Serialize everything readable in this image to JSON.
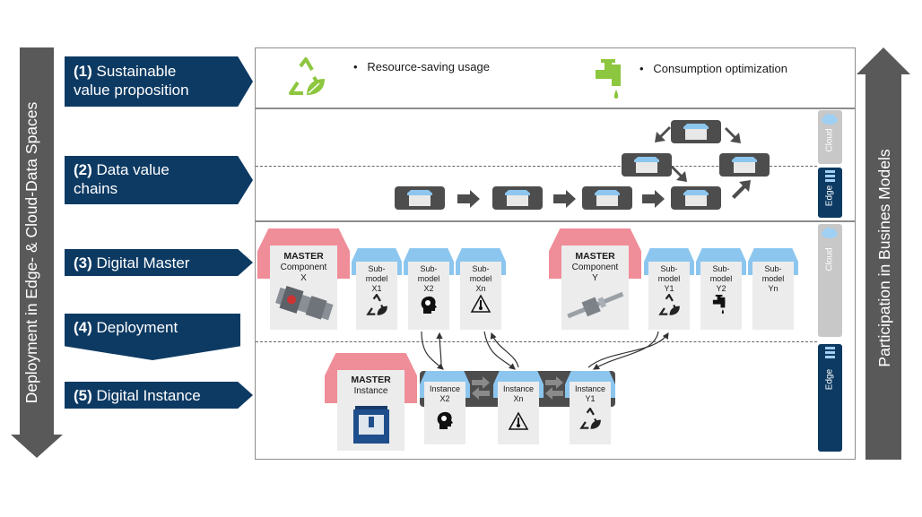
{
  "left_axis_label": "Deployment in Edge- & Cloud-Data Spaces",
  "right_axis_label": "Participation in Busines Models",
  "steps": [
    {
      "num": "(1)",
      "line1": "Sustainable",
      "line2": "value proposition"
    },
    {
      "num": "(2)",
      "line1": "Data value",
      "line2": "chains"
    },
    {
      "num": "(3)",
      "line1": "Digital Master",
      "line2": ""
    },
    {
      "num": "(4)",
      "line1": "Deployment",
      "line2": ""
    },
    {
      "num": "(5)",
      "line1": "Digital Instance",
      "line2": ""
    }
  ],
  "value_prop": {
    "bullet1": "Resource-saving usage",
    "bullet2": "Consumption optimization",
    "icon1": "recycle-leaf-icon",
    "icon2": "water-tap-icon",
    "green": "#8dc63f"
  },
  "tags": {
    "cloud": "Cloud",
    "edge": "Edge"
  },
  "master_x": {
    "title": "MASTER",
    "line1": "Component",
    "line2": "X"
  },
  "master_y": {
    "title": "MASTER",
    "line1": "Component",
    "line2": "Y"
  },
  "master_instance": {
    "title": "MASTER",
    "line1": "Instance"
  },
  "submodels": [
    {
      "l1": "Sub-",
      "l2": "model",
      "l3": "X1",
      "icon": "recycle-leaf-icon"
    },
    {
      "l1": "Sub-",
      "l2": "model",
      "l3": "X2",
      "icon": "ai-head-icon"
    },
    {
      "l1": "Sub-",
      "l2": "model",
      "l3": "Xn",
      "icon": "warning-thermometer-icon"
    },
    {
      "l1": "Sub-",
      "l2": "model",
      "l3": "Y1",
      "icon": "recycle-leaf-icon"
    },
    {
      "l1": "Sub-",
      "l2": "model",
      "l3": "Y2",
      "icon": "water-tap-icon"
    },
    {
      "l1": "Sub-",
      "l2": "model",
      "l3": "Yn",
      "icon": "dots-icon"
    }
  ],
  "instances": [
    {
      "l1": "Instance",
      "l2": "X2",
      "icon": "ai-head-icon"
    },
    {
      "l1": "Instance",
      "l2": "Xn",
      "icon": "warning-thermometer-icon"
    },
    {
      "l1": "Instance",
      "l2": "Y1",
      "icon": "recycle-leaf-icon"
    }
  ],
  "colors": {
    "navy": "#0d3a63",
    "gray_arrow": "#595959",
    "pink": "#ef8d98",
    "blue": "#8cc6ef",
    "card": "#ececec"
  }
}
